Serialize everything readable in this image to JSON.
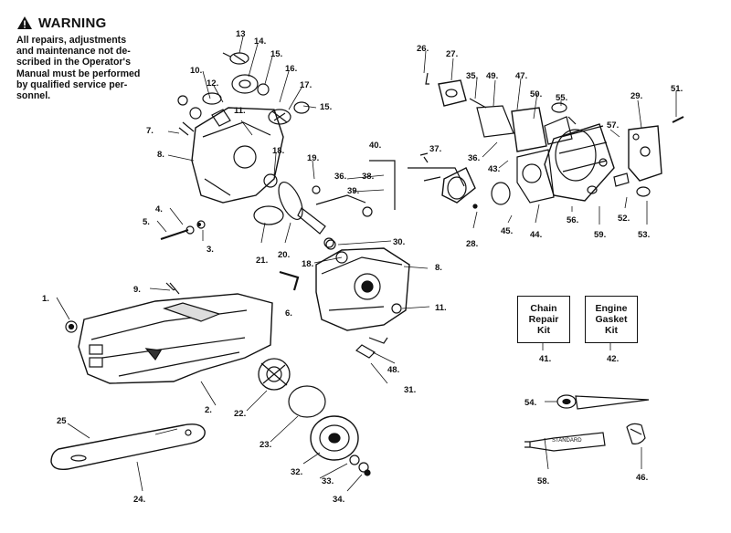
{
  "warning": {
    "title": "WARNING",
    "text": "All repairs, adjustments\nand maintenance not de-\nscribed in the Operator's\nManual must be performed\nby qualified service per-\nsonnel."
  },
  "kits": {
    "chain_repair": "Chain\nRepair\nKit",
    "engine_gasket": "Engine\nGasket\nKit"
  },
  "tube_label": "STANDARD",
  "callouts": [
    "1.",
    "2.",
    "3.",
    "4.",
    "5.",
    "6.",
    "7.",
    "8.",
    "8.",
    "9.",
    "10.",
    "11.",
    "11.",
    "12.",
    "13",
    "14.",
    "15.",
    "15.",
    "16.",
    "17.",
    "18.",
    "18.",
    "19.",
    "20.",
    "21.",
    "22.",
    "23.",
    "24.",
    "25",
    "26.",
    "27.",
    "28.",
    "29.",
    "30.",
    "31.",
    "32.",
    "33.",
    "34.",
    "35.",
    "36.",
    "36.",
    "37.",
    "38.",
    "39.",
    "40.",
    "41.",
    "42.",
    "43.",
    "44.",
    "45.",
    "46.",
    "47.",
    "48.",
    "49.",
    "50.",
    "51.",
    "52.",
    "53.",
    "54.",
    "55.",
    "56.",
    "57.",
    "58.",
    "59."
  ]
}
